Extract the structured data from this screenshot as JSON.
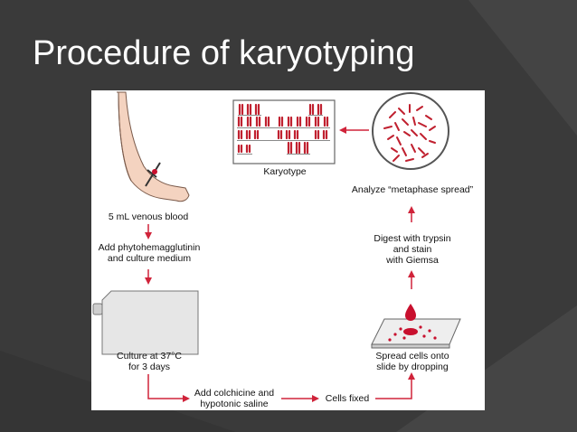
{
  "slide": {
    "title": "Procedure of karyotyping"
  },
  "diagram": {
    "steps": {
      "blood": "5 mL venous blood",
      "add_pha_1": "Add phytohemagglutinin",
      "add_pha_2": "and culture medium",
      "culture_1": "Culture at 37°C",
      "culture_2": "for 3 days",
      "colchicine_1": "Add colchicine and",
      "colchicine_2": "hypotonic saline",
      "fixed": "Cells fixed",
      "spread_1": "Spread cells onto",
      "spread_2": "slide by dropping",
      "digest_1": "Digest with trypsin",
      "digest_2": "and stain",
      "digest_3": "with Giemsa",
      "analyze": "Analyze “metaphase spread”",
      "karyotype": "Karyotype"
    },
    "colors": {
      "arrow": "#d0233a",
      "blood_drop": "#c8102e",
      "flask_fill": "#e6e6e6",
      "chromosome": "#c0202f"
    }
  }
}
